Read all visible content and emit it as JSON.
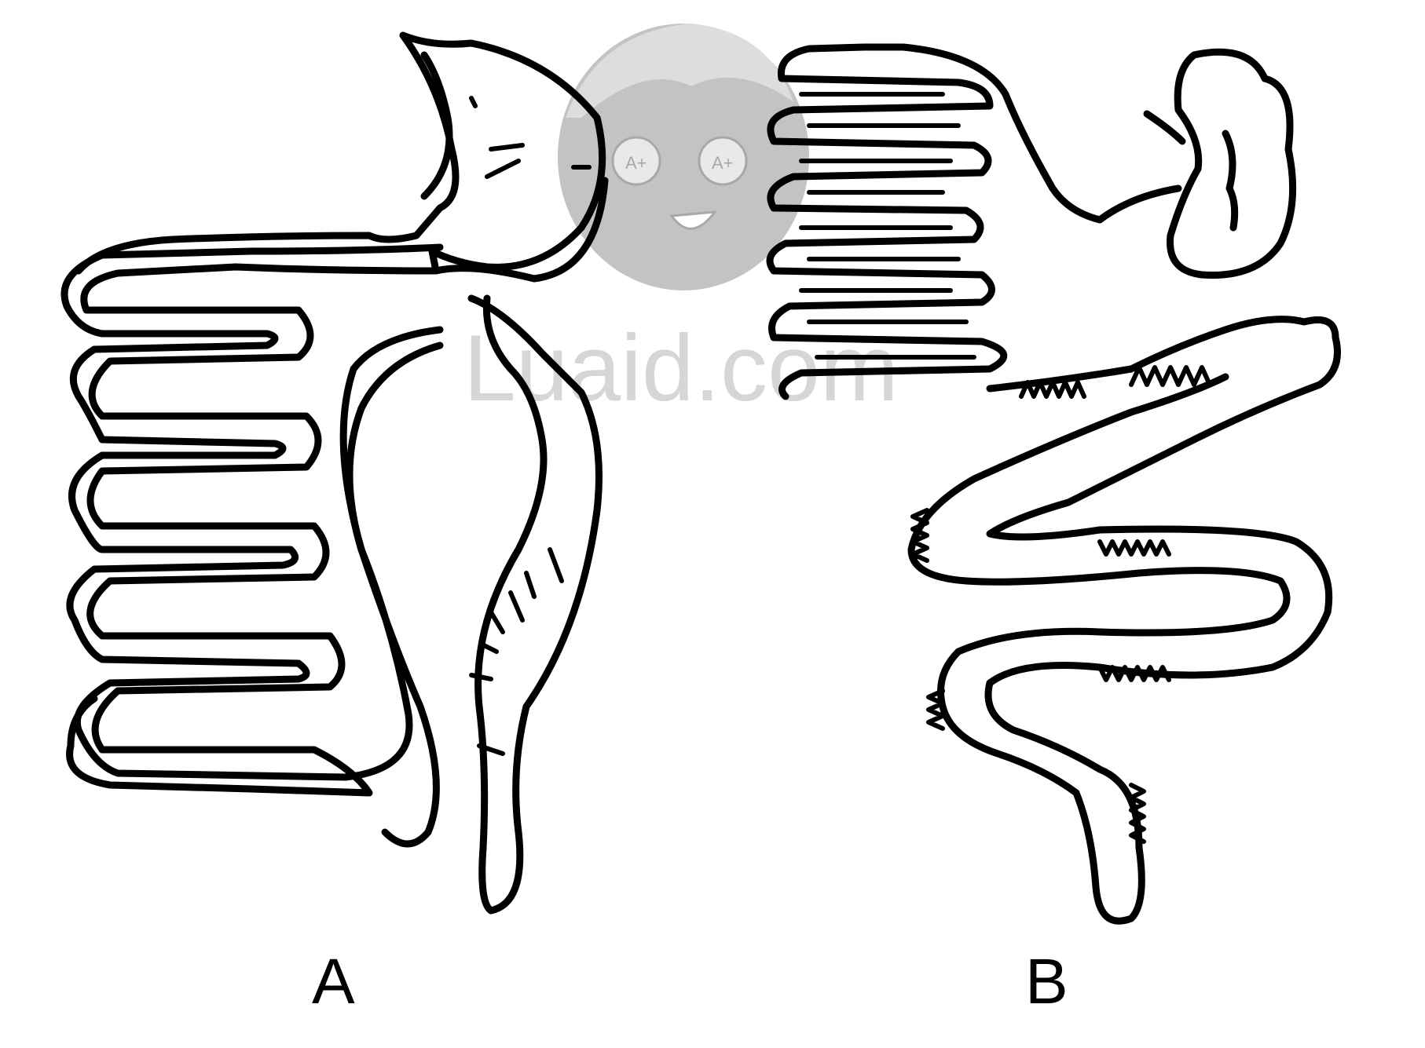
{
  "watermark": {
    "text": "Luaid.com",
    "badge_text": "A+"
  },
  "panels": [
    {
      "id": "A",
      "label": "A"
    },
    {
      "id": "B",
      "label": "B"
    }
  ],
  "colors": {
    "ink": "#000000",
    "watermark": "#b9b9b9",
    "background": "#ffffff"
  }
}
